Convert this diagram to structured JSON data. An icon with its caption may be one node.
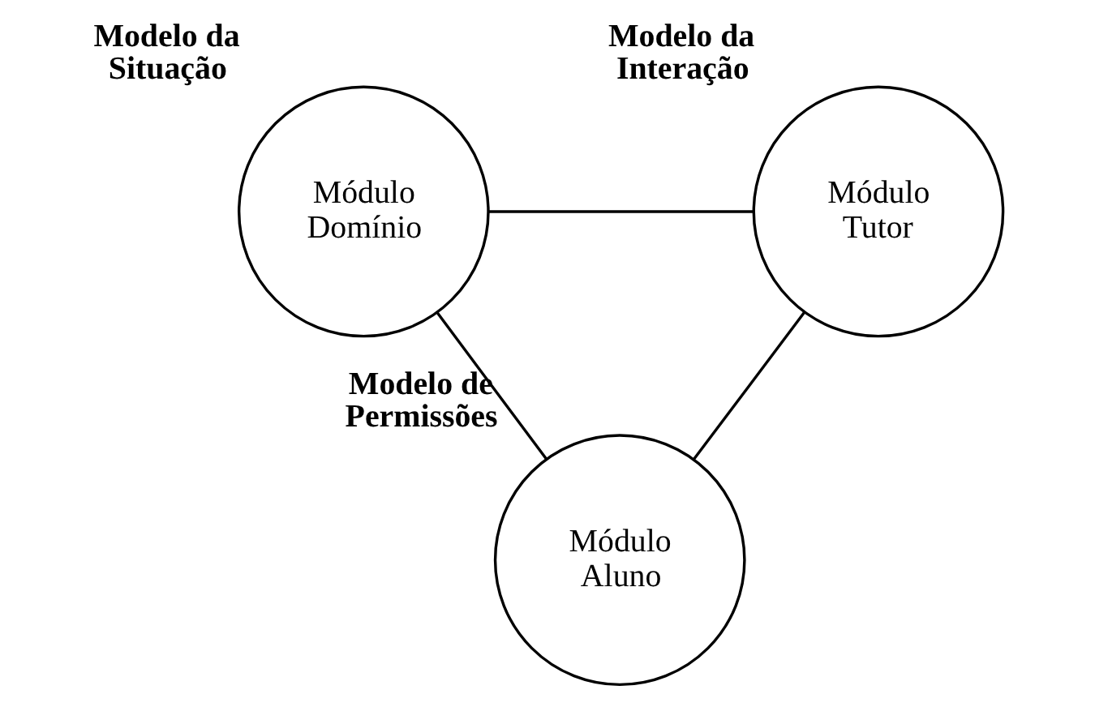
{
  "diagram": {
    "nodes": [
      {
        "text": [
          "Módulo Domínio"
        ],
        "beside": [
          "Modelo da Situação"
        ]
      },
      {
        "text": [
          "Módulo Tutor"
        ],
        "beside": [
          "Modelo da Interação"
        ]
      },
      {
        "text": [
          "Módulo Aluno"
        ],
        "beside": [
          "Modelo de Permissões"
        ]
      }
    ],
    "edges": [
      {
        "from": 0,
        "to": 1,
        "arrow": "none"
      },
      {
        "from": 0,
        "to": 2,
        "arrow": "none"
      },
      {
        "from": 1,
        "to": 2,
        "arrow": "none"
      }
    ]
  }
}
